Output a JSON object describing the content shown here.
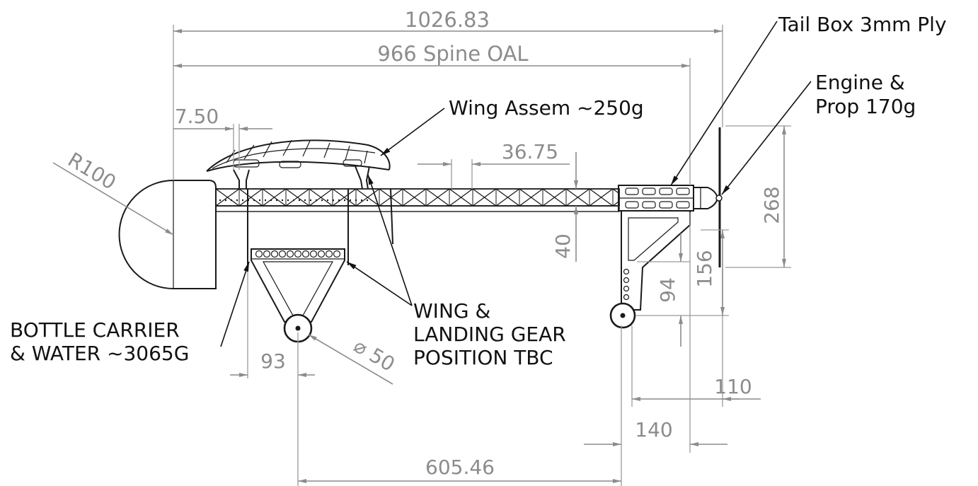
{
  "dimensions": {
    "overall": "1026.83",
    "spine": "966 Spine OAL",
    "offset_front": "7.50",
    "truss_pitch": "36.75",
    "spine_height": "40",
    "tail_height": "268",
    "tail_depth": "156",
    "wheel_height": "94",
    "radius": "R100",
    "wheel_dia": "⌀ 50",
    "gear_offset": "93",
    "gear_spacing": "605.46",
    "tail_wheel_offset": "110",
    "tail_box_offset": "140"
  },
  "notes": {
    "tail_box": "Tail Box 3mm Ply",
    "engine_line1": "Engine &",
    "engine_line2": "Prop 170g",
    "wing": "Wing Assem ~250g",
    "wing_gear_line1": "WING &",
    "wing_gear_line2": "LANDING GEAR",
    "wing_gear_line3": "POSITION TBC",
    "bottle_line1": "BOTTLE CARRIER",
    "bottle_line2": "& WATER ~3065G"
  },
  "colors": {
    "dimension": "#8c8c8c",
    "object": "#1a1a1a",
    "background": "#ffffff"
  }
}
